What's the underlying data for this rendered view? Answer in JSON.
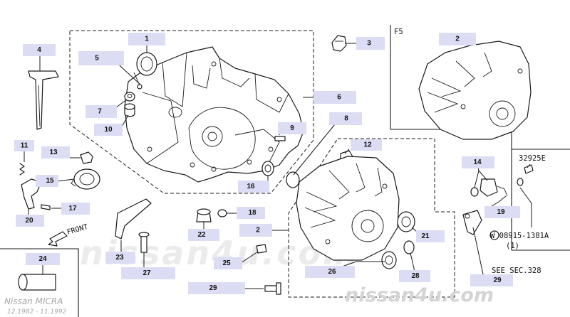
{
  "diagram": {
    "section_label": "F5",
    "front_label": "FRONT",
    "callouts": [
      "1",
      "2",
      "2",
      "2",
      "3",
      "4",
      "5",
      "6",
      "7",
      "8",
      "9",
      "10",
      "11",
      "12",
      "13",
      "14",
      "15",
      "16",
      "17",
      "18",
      "19",
      "20",
      "21",
      "22",
      "23",
      "24",
      "25",
      "26",
      "27",
      "28",
      "29",
      "29"
    ],
    "notes": {
      "part_code": "32925E",
      "w_part": "W 08915-1381A",
      "w_qty": "(1)",
      "see_sec": "SEE SEC.328"
    },
    "watermark": {
      "text": "nissan4u.com",
      "site": "nissan4u.com",
      "model": "Nissan MICRA",
      "dates": "12.1982  -  11.1992"
    }
  }
}
